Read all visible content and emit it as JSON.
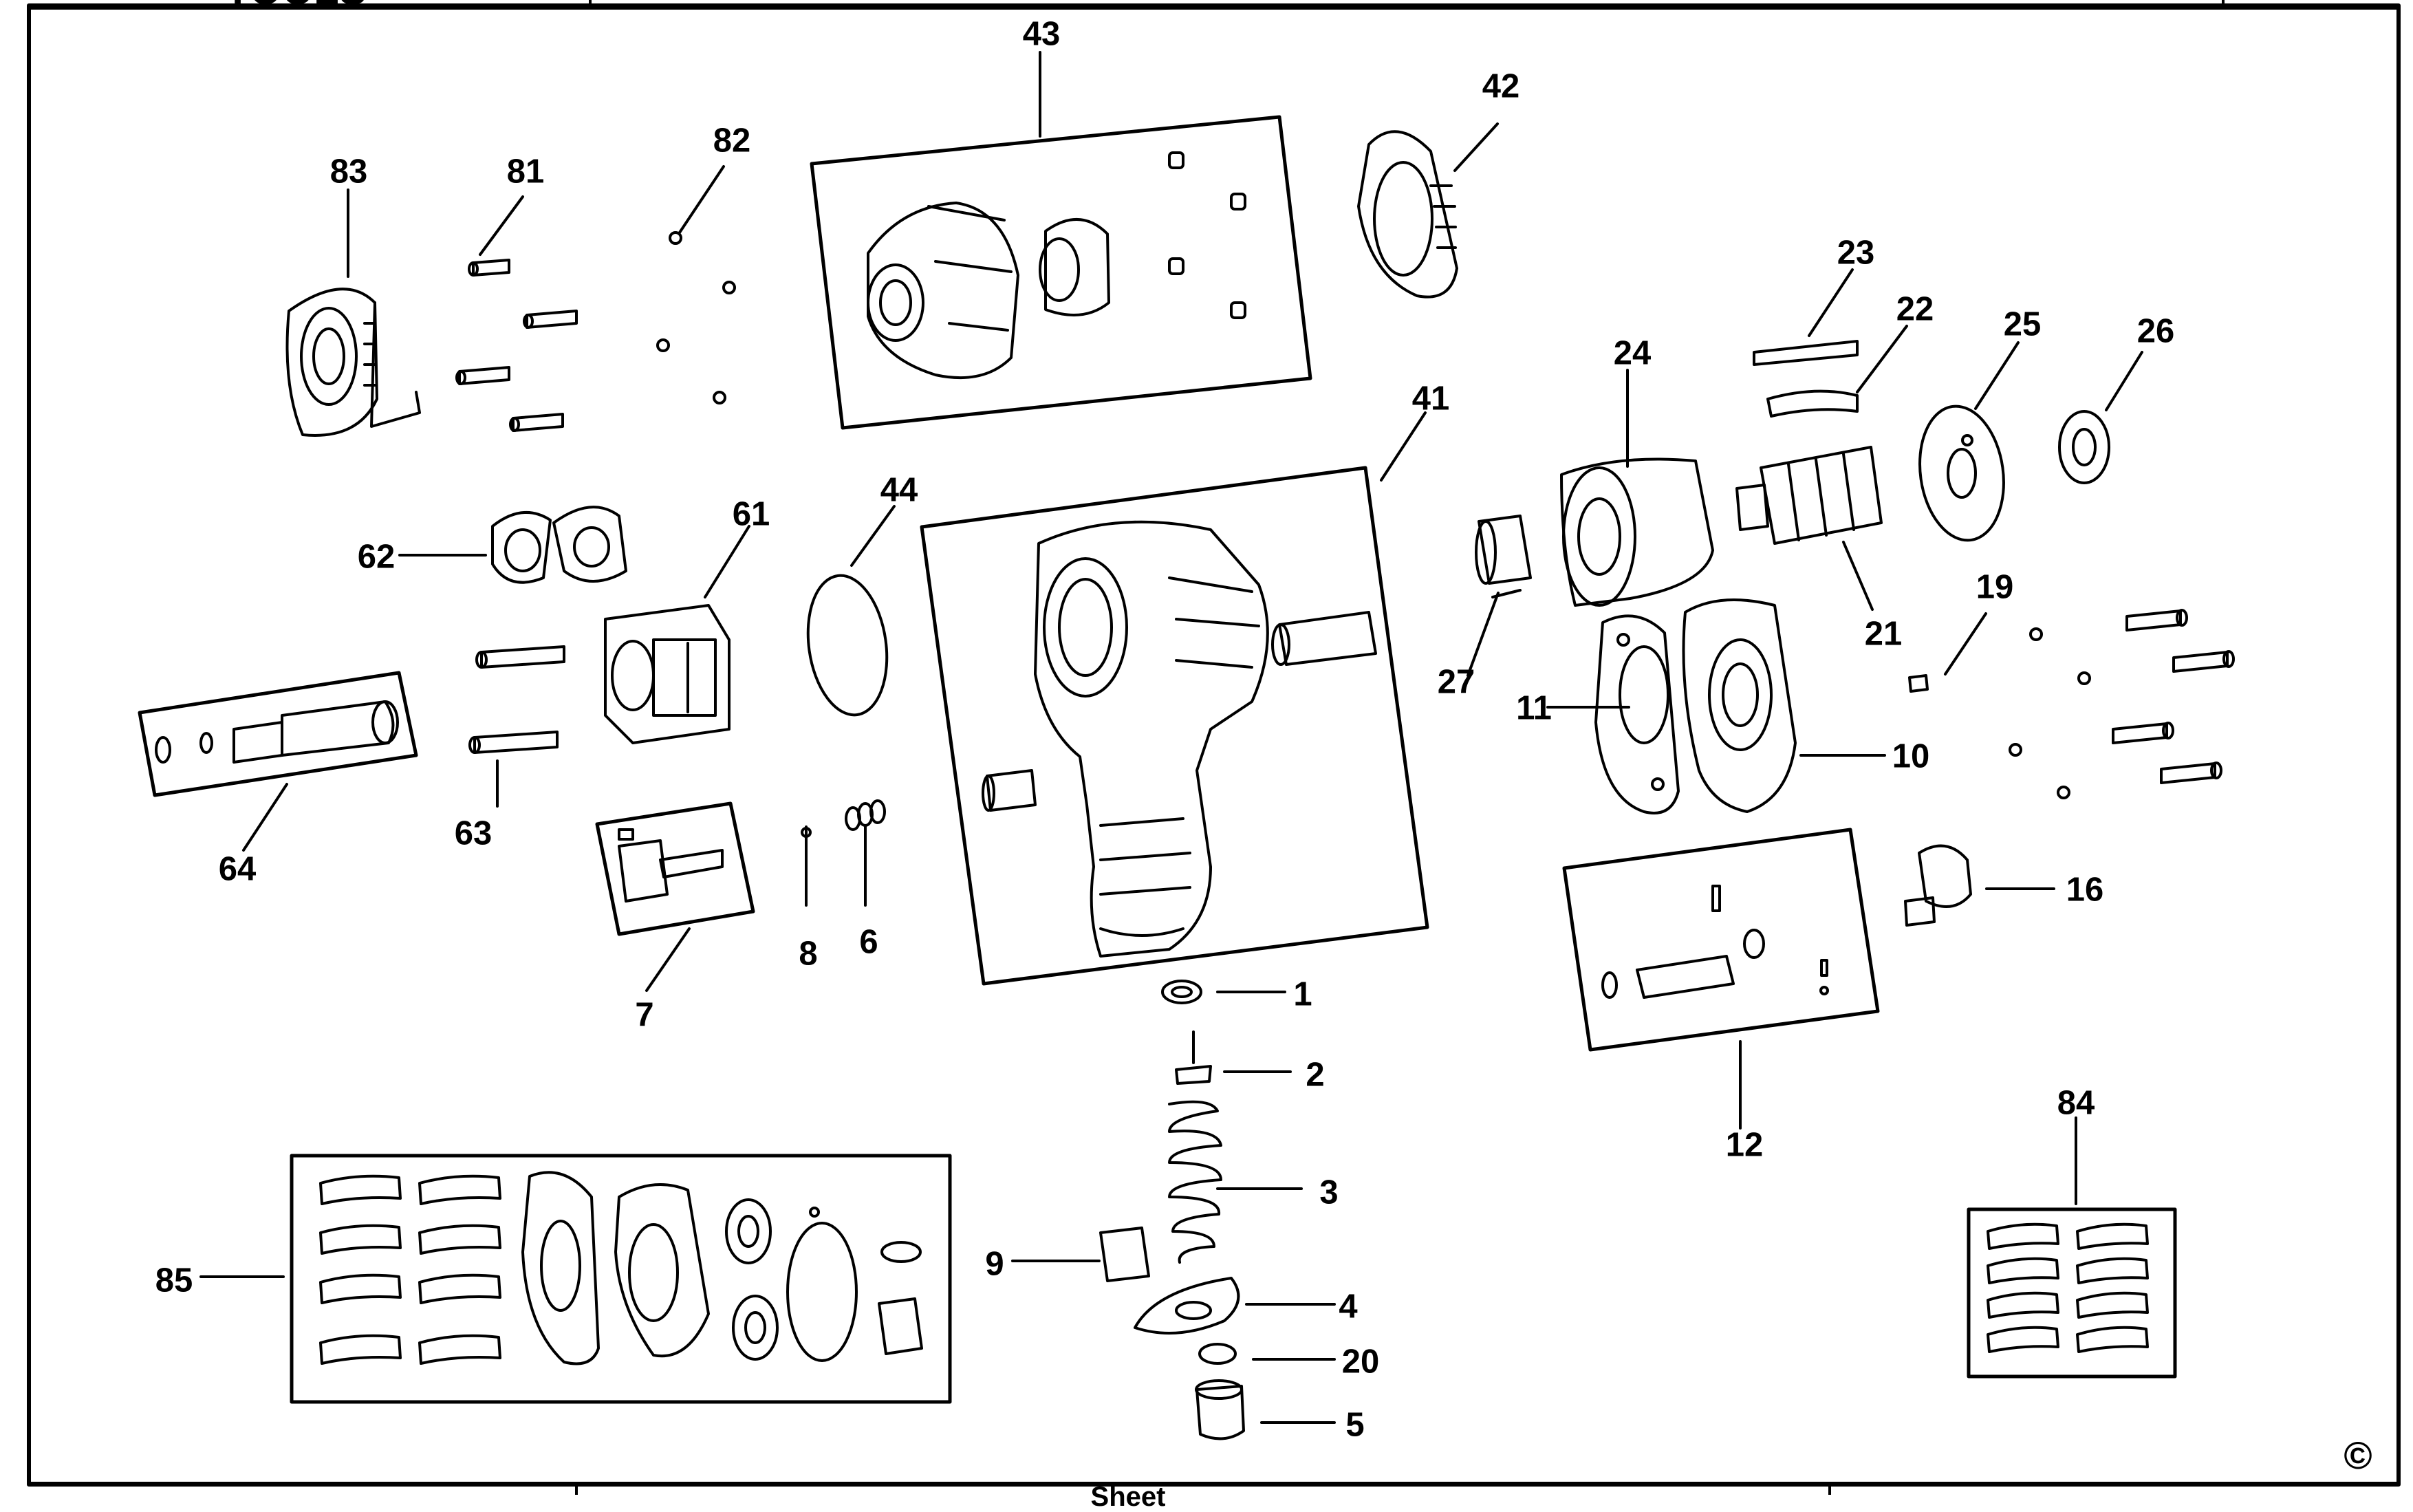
{
  "header": {
    "logo_text": "TOOLS"
  },
  "footer": {
    "fragment_text": "Sheet"
  },
  "copyright_symbol": "©",
  "callouts": {
    "c1": "1",
    "c2": "2",
    "c3": "3",
    "c4": "4",
    "c5": "5",
    "c6": "6",
    "c7": "7",
    "c8": "8",
    "c9": "9",
    "c10": "10",
    "c11": "11",
    "c12": "12",
    "c16": "16",
    "c19": "19",
    "c20": "20",
    "c21": "21",
    "c22": "22",
    "c23": "23",
    "c24": "24",
    "c25": "25",
    "c26": "26",
    "c27": "27",
    "c41": "41",
    "c42": "42",
    "c43": "43",
    "c44": "44",
    "c61": "61",
    "c62": "62",
    "c63": "63",
    "c64": "64",
    "c81": "81",
    "c82": "82",
    "c83": "83",
    "c84": "84",
    "c85": "85"
  }
}
